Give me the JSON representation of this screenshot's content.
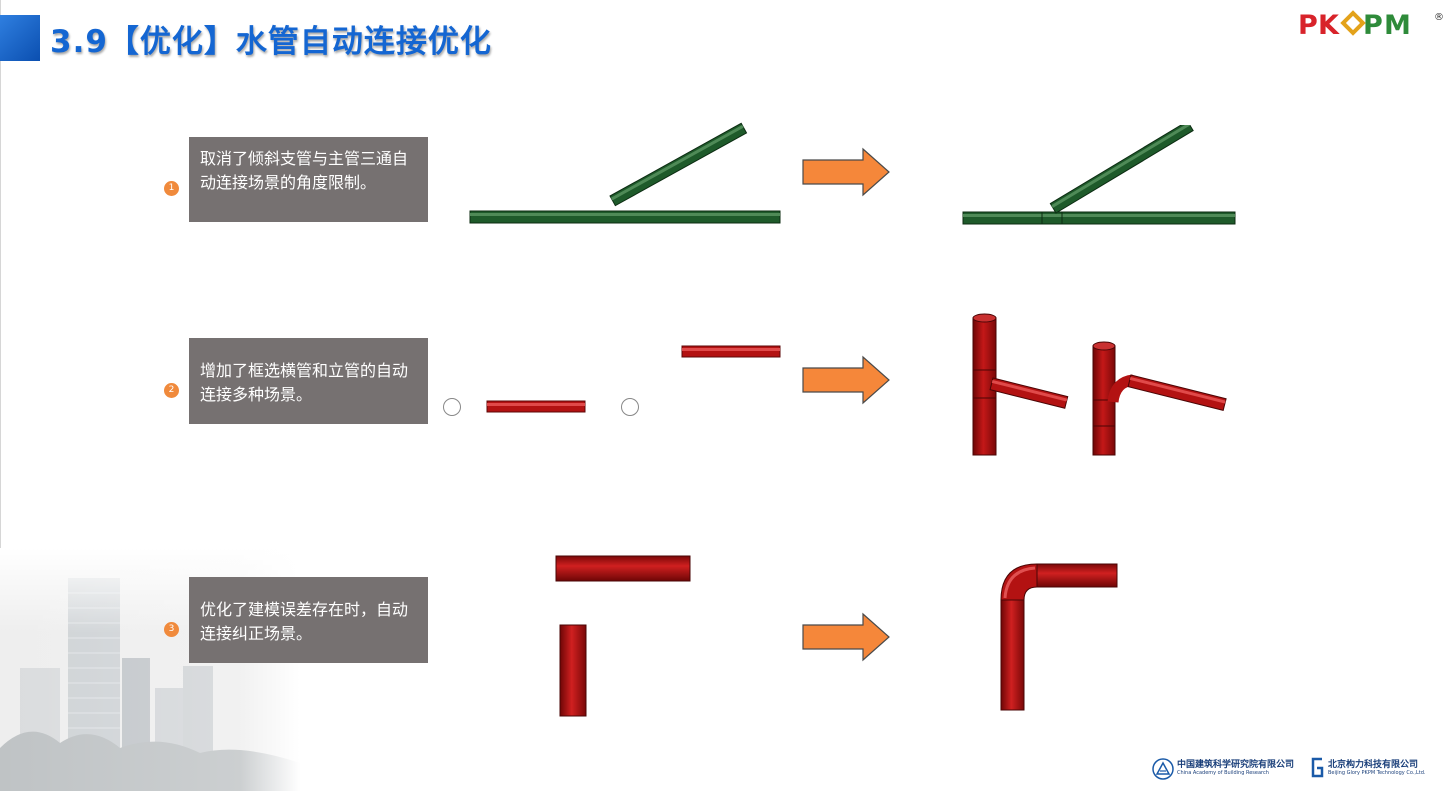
{
  "header": {
    "title": "3.9【优化】水管自动连接优化",
    "logo_text": "PKPM",
    "logo_mark": "®"
  },
  "items": [
    {
      "number": "1",
      "text": "取消了倾斜支管与主管三通自动连接场景的角度限制。"
    },
    {
      "number": "2",
      "text": "增加了框选横管和立管的自动连接多种场景。"
    },
    {
      "number": "3",
      "text": "优化了建模误差存在时，自动连接纠正场景。"
    }
  ],
  "footer": {
    "org1_cn": "中国建筑科学研究院有限公司",
    "org1_en": "China Academy of Building Research",
    "org2_cn": "北京构力科技有限公司",
    "org2_en": "Beijing Glory PKPM Technology Co.,Ltd."
  },
  "colors": {
    "title": "#1466d2",
    "marker": "#f08a3c",
    "note_bg": "#767171",
    "arrow": "#f5873a",
    "green_pipe": "#1e5a2a",
    "red_pipe": "#b31212"
  }
}
